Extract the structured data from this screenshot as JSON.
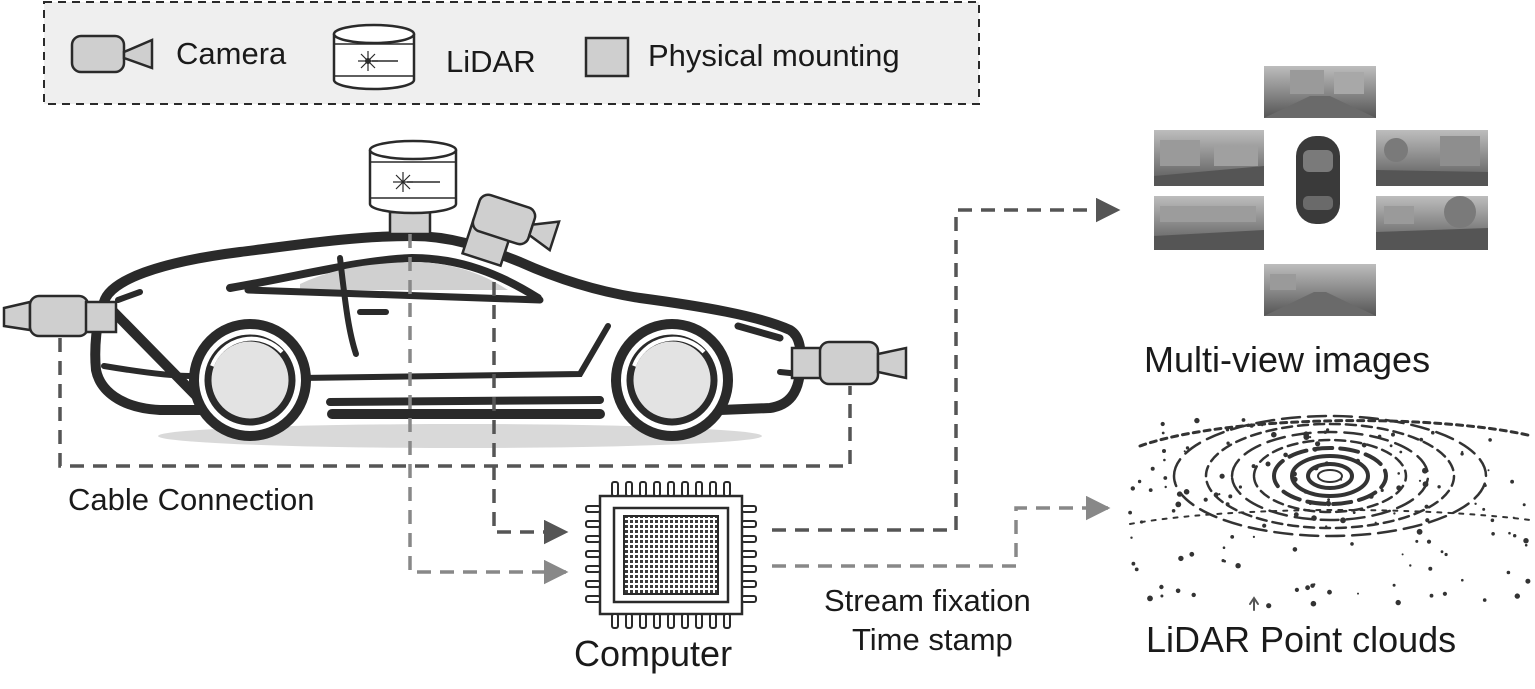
{
  "legend": {
    "camera": "Camera",
    "lidar": "LiDAR",
    "mounting": "Physical mounting"
  },
  "labels": {
    "cable": "Cable Connection",
    "computer": "Computer",
    "stream_line1": "Stream fixation",
    "stream_line2": "Time stamp",
    "multiview": "Multi-view images",
    "pointclouds": "LiDAR Point clouds"
  },
  "colors": {
    "stroke": "#2a2a2a",
    "device_fill": "#cfcfcf",
    "legend_bg": "#efefef",
    "dash_dark": "#555555",
    "dash_light": "#888888",
    "shadow": "#d9d9d9"
  }
}
